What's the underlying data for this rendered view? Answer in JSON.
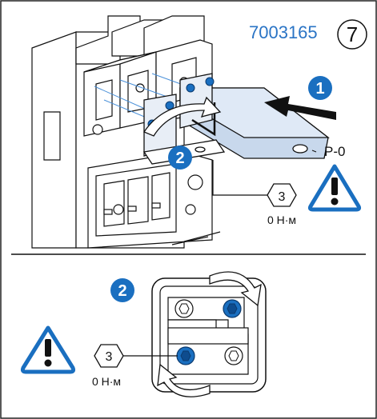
{
  "doc_number": "7003165",
  "step_number": "7",
  "callouts": {
    "step1": "1",
    "step2_top": "2",
    "step2_bottom": "2"
  },
  "labels": {
    "product_code": "P-0"
  },
  "torque_top": {
    "tool_size": "3",
    "torque_text": "0 Н·м"
  },
  "torque_bottom": {
    "tool_size": "3",
    "torque_text": "0 Н·м"
  },
  "colors": {
    "accent_blue": "#1a6fc0",
    "doc_blue": "#2a74c5",
    "warning_blue": "#1a6fc0",
    "line": "#111111"
  }
}
